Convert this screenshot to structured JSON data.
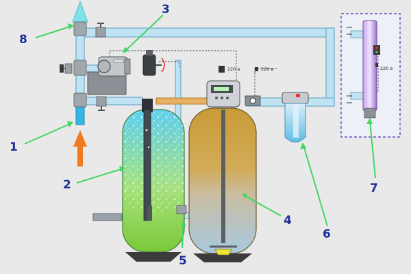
{
  "labels": {
    "n1": "1",
    "n2": "2",
    "n3": "3",
    "n4": "4",
    "n5": "5",
    "n6": "6",
    "n7": "7",
    "n8": "8"
  },
  "voltage": {
    "top": "220 в",
    "valve": "220 в",
    "uv": "220 в"
  },
  "colors": {
    "background": "#e9e9e9",
    "pipe_fill": "#bfe3f3",
    "pipe_stroke": "#6fa9c8",
    "water": "#34b6e6",
    "label": "#1f2f9a",
    "arrow_green": "#43d660",
    "flow_arrow": "#f07a21",
    "media_gold": "#c99b36",
    "uv_purple": "#a07ad0"
  },
  "icons": {
    "inlet_arrow": "orange-arrow-up-icon",
    "outlet_arrow": "cyan-arrow-up-icon",
    "valves": "ball-valve-icon"
  }
}
